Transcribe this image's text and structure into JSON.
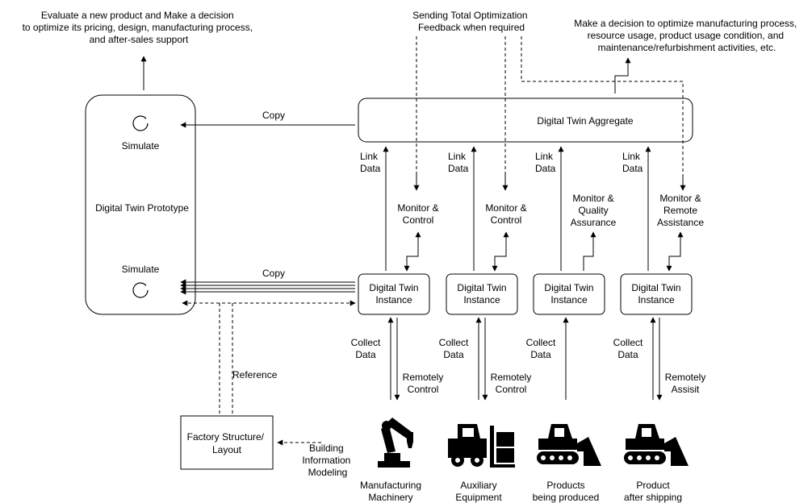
{
  "top_left_note": [
    "Evaluate a new product and Make a decision",
    "to optimize its pricing, design, manufacturing process,",
    "and after-sales support"
  ],
  "top_middle_note": [
    "Sending Total Optimization",
    "Feedback when required"
  ],
  "top_right_note": [
    "Make a decision to optimize manufacturing process,",
    "resource usage, product usage condition, and",
    "maintenance/refurbishment activities, etc."
  ],
  "prototype": {
    "label": "Digital Twin Prototype",
    "simulate_top": "Simulate",
    "simulate_bottom": "Simulate"
  },
  "aggregate": {
    "label": "Digital Twin Aggregate"
  },
  "copy_labels": {
    "top": "Copy",
    "bottom": "Copy"
  },
  "reference_label": "Reference",
  "factory": {
    "label": [
      "Factory Structure/",
      "Layout"
    ],
    "bim_label": [
      "Building",
      "Information",
      "Modeling"
    ]
  },
  "instances": [
    {
      "label": [
        "Digital Twin",
        "Instance"
      ],
      "link": [
        "Link",
        "Data"
      ],
      "monitor": [
        "Monitor &",
        "Control"
      ],
      "collect": [
        "Collect",
        "Data"
      ],
      "remote": [
        "Remotely",
        "Control"
      ],
      "source": [
        "Manufacturing",
        "Machinery"
      ],
      "source_icon": "robot-arm-icon"
    },
    {
      "label": [
        "Digital Twin",
        "Instance"
      ],
      "link": [
        "Link",
        "Data"
      ],
      "monitor": [
        "Monitor &",
        "Control"
      ],
      "collect": [
        "Collect",
        "Data"
      ],
      "remote": [
        "Remotely",
        "Control"
      ],
      "source": [
        "Auxiliary",
        "Equipment"
      ],
      "source_icon": "forklift-icon"
    },
    {
      "label": [
        "Digital Twin",
        "Instance"
      ],
      "link": [
        "Link",
        "Data"
      ],
      "monitor": [
        "Monitor &",
        "Quality",
        "Assurance"
      ],
      "collect": [
        "Collect",
        "Data"
      ],
      "remote": [],
      "source": [
        "Products",
        "being produced"
      ],
      "source_icon": "bulldozer-icon"
    },
    {
      "label": [
        "Digital Twin",
        "Instance"
      ],
      "link": [
        "Link",
        "Data"
      ],
      "monitor": [
        "Monitor &",
        "Remote",
        "Assistance"
      ],
      "collect": [
        "Collect",
        "Data"
      ],
      "remote": [
        "Remotely",
        "Assisit"
      ],
      "source": [
        "Product",
        "after shipping"
      ],
      "source_icon": "bulldozer-icon"
    }
  ]
}
